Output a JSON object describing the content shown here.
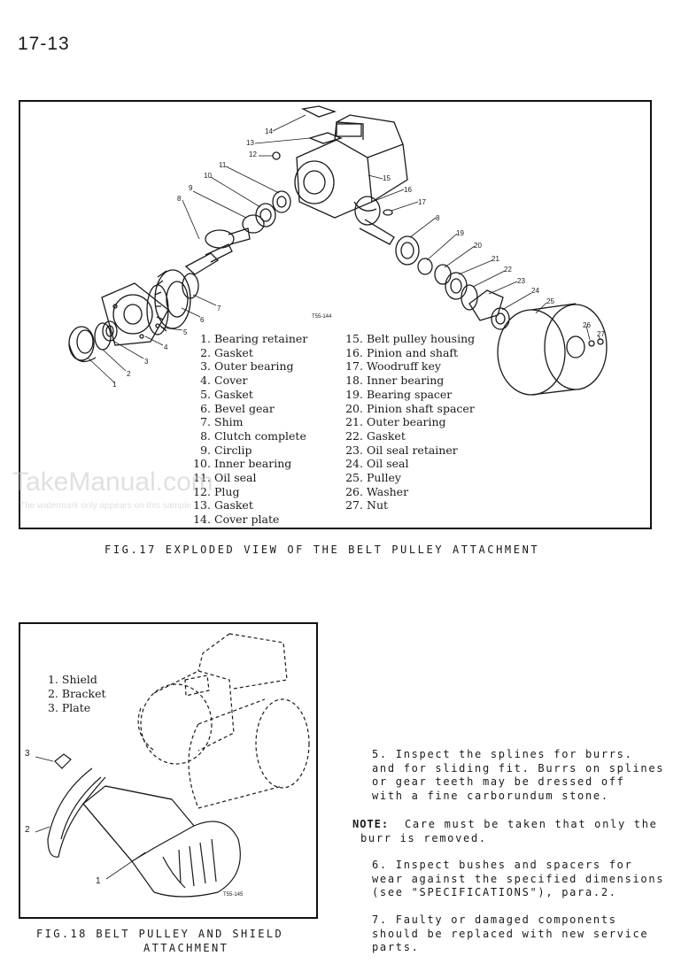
{
  "page": {
    "number": "17-13"
  },
  "fig17": {
    "code": "T55-144",
    "caption": "FIG.17 EXPLODED VIEW OF THE BELT PULLEY ATTACHMENT",
    "parts_left": [
      {
        "n": "1.",
        "label": "Bearing retainer"
      },
      {
        "n": "2.",
        "label": "Gasket"
      },
      {
        "n": "3.",
        "label": "Outer bearing"
      },
      {
        "n": "4.",
        "label": "Cover"
      },
      {
        "n": "5.",
        "label": "Gasket"
      },
      {
        "n": "6.",
        "label": "Bevel gear"
      },
      {
        "n": "7.",
        "label": "Shim"
      },
      {
        "n": "8.",
        "label": "Clutch complete"
      },
      {
        "n": "9.",
        "label": "Circlip"
      },
      {
        "n": "10.",
        "label": "Inner bearing"
      },
      {
        "n": "11.",
        "label": "Oil seal"
      },
      {
        "n": "12.",
        "label": "Plug"
      },
      {
        "n": "13.",
        "label": "Gasket"
      },
      {
        "n": "14.",
        "label": "Cover plate"
      }
    ],
    "parts_right": [
      {
        "n": "15.",
        "label": "Belt pulley housing"
      },
      {
        "n": "16.",
        "label": "Pinion and shaft"
      },
      {
        "n": "17.",
        "label": "Woodruff key"
      },
      {
        "n": "18.",
        "label": "Inner bearing"
      },
      {
        "n": "19.",
        "label": "Bearing spacer"
      },
      {
        "n": "20.",
        "label": "Pinion shaft spacer"
      },
      {
        "n": "21.",
        "label": "Outer bearing"
      },
      {
        "n": "22.",
        "label": "Gasket"
      },
      {
        "n": "23.",
        "label": "Oil seal retainer"
      },
      {
        "n": "24.",
        "label": "Oil seal"
      },
      {
        "n": "25.",
        "label": "Pulley"
      },
      {
        "n": "26.",
        "label": "Washer"
      },
      {
        "n": "27.",
        "label": "Nut"
      }
    ],
    "callouts": [
      "1",
      "2",
      "3",
      "4",
      "5",
      "6",
      "7",
      "8",
      "9",
      "10",
      "11",
      "12",
      "13",
      "14",
      "15",
      "16",
      "17",
      "8",
      "19",
      "20",
      "21",
      "22",
      "23",
      "24",
      "25",
      "26",
      "27"
    ]
  },
  "watermark": {
    "brand": "TakeManual.com",
    "note": "The watermark only appears on this sample"
  },
  "fig18": {
    "code": "T55-145",
    "legend": [
      "1. Shield",
      "2. Bracket",
      "3. Plate"
    ],
    "callouts": [
      "3",
      "2",
      "1"
    ],
    "caption_line1": "FIG.18 BELT PULLEY AND SHIELD",
    "caption_line2": "ATTACHMENT"
  },
  "text": {
    "p5_l1": "5. Inspect the splines for burrs.",
    "p5_l2": "and for sliding fit. Burrs on splines",
    "p5_l3": "or gear teeth may be dressed off",
    "p5_l4": "with a fine carborundum stone.",
    "note_label": "NOTE:",
    "note_l1": "Care must be taken that only the",
    "note_l2": "burr is removed.",
    "p6_l1": "6. Inspect bushes and spacers for",
    "p6_l2": "wear against the specified dimensions",
    "p6_l3": "(see \"SPECIFICATIONS\"), para.2.",
    "p7_l1": "7. Faulty or damaged components",
    "p7_l2": "should be replaced with new service",
    "p7_l3": "parts."
  }
}
